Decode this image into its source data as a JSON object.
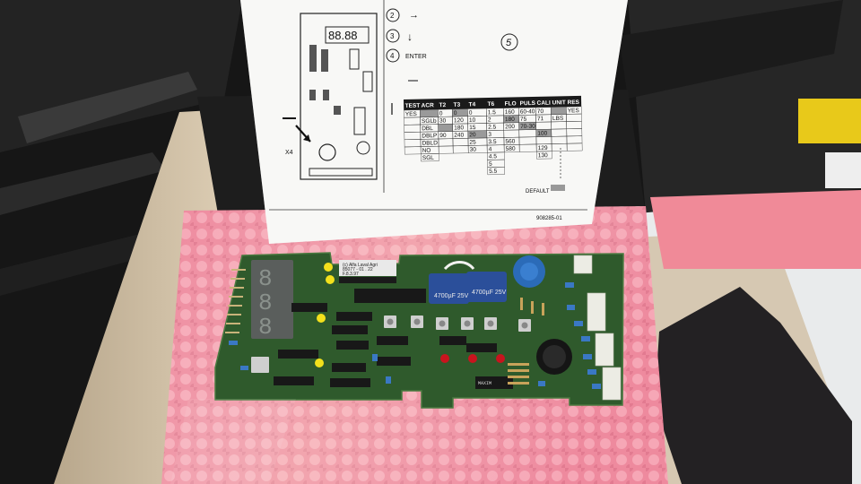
{
  "sheet": {
    "digit_display": "88.88",
    "steps": [
      {
        "number": "2",
        "symbol": "→"
      },
      {
        "number": "3",
        "symbol": "↓"
      },
      {
        "number": "4",
        "symbol": "ENTER"
      }
    ],
    "step_badge": "5",
    "connector_label": "X4",
    "table": {
      "headers": [
        "TEST",
        "ACR",
        "T2",
        "T3",
        "T4",
        "T6",
        "FLO",
        "PULS",
        "CALI",
        "UNIT",
        "RES"
      ],
      "rows": [
        [
          "YES",
          "",
          "0",
          "0",
          "0",
          "1.5",
          "160",
          "60-40",
          "70",
          "",
          "YES"
        ],
        [
          "",
          "SGLb",
          "30",
          "120",
          "10",
          "2",
          "180",
          "75",
          "71",
          "LBS",
          ""
        ],
        [
          "",
          "DBL",
          "",
          "180",
          "15",
          "2.5",
          "200",
          "70-30",
          "",
          "",
          ""
        ],
        [
          "",
          "DBLP",
          "90",
          "240",
          "20",
          "3",
          "",
          "",
          "100",
          "",
          ""
        ],
        [
          "",
          "DBLD",
          "",
          "",
          "25",
          "3.5",
          "560",
          "",
          "",
          "",
          ""
        ],
        [
          "",
          "NO",
          "",
          "",
          "30",
          "4",
          "580",
          "",
          "129",
          "",
          ""
        ],
        [
          "",
          "SGL",
          "",
          "",
          "",
          "4.5",
          "",
          "",
          "130",
          "",
          ""
        ],
        [
          "",
          "",
          "",
          "",
          "",
          "5",
          "",
          "",
          "",
          "",
          ""
        ],
        [
          "",
          "",
          "",
          "",
          "",
          "5.5",
          "",
          "",
          "",
          "",
          ""
        ]
      ]
    },
    "default_label": "DEFAULT",
    "part_number": "908285-01"
  },
  "board": {
    "eprom_label_line1": "(c) Alfa Laval Agri",
    "eprom_label_line2": "85077 - 01 . 22",
    "eprom_label_line3": "F.8.3.97",
    "capacitor_label_1": "4700µF 25V",
    "capacitor_label_2": "4700µF 25V",
    "chip_label": "MAXIM"
  },
  "colors": {
    "pcb_green": "#2f5a2c",
    "foam_pink": "#ee8a9e",
    "box_tan": "#d9c8ad",
    "led_red": "#c8141e",
    "led_yellow": "#f3e01c",
    "cap_blue": "#2b6bb8",
    "display_gray": "#5a5e5c"
  }
}
